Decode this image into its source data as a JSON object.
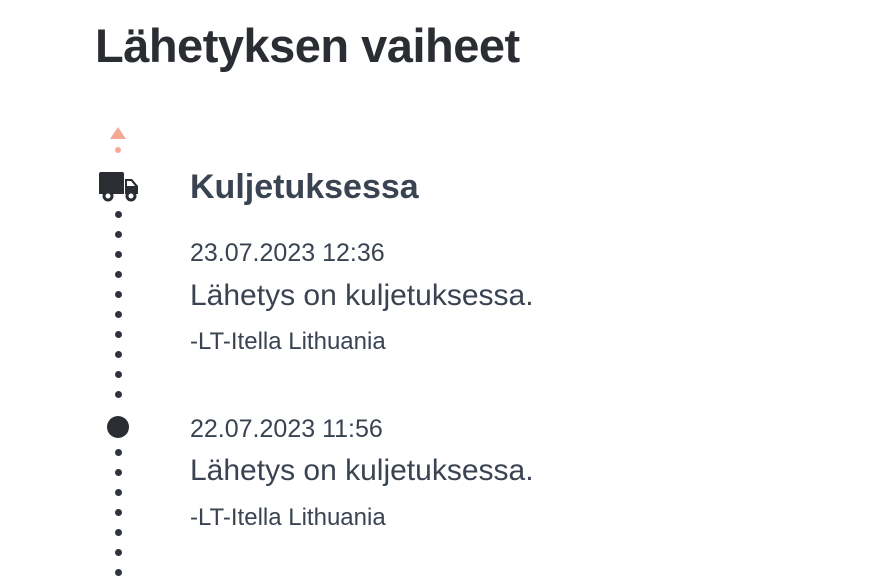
{
  "page": {
    "title": "Lähetyksen vaiheet"
  },
  "status": {
    "title": "Kuljetuksessa",
    "icon": "truck-icon"
  },
  "events": [
    {
      "date": "23.07.2023 12:36",
      "text": "Lähetys on kuljetuksessa.",
      "location": "-LT-Itella Lithuania"
    },
    {
      "date": "22.07.2023 11:56",
      "text": "Lähetys on kuljetuksessa.",
      "location": "-LT-Itella Lithuania"
    }
  ],
  "colors": {
    "accent": "#f4a995",
    "heading": "#2a2d32",
    "text": "#3a4351"
  }
}
